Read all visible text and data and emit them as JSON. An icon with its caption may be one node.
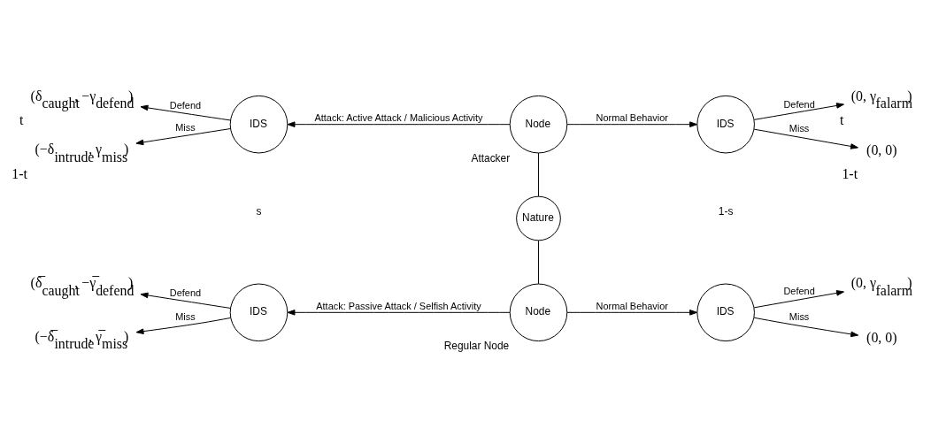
{
  "diagram": {
    "nodes": [
      {
        "text": [
          "Node"
        ],
        "beside": [
          "Attacker"
        ]
      },
      {
        "text": [
          "IDS"
        ]
      },
      {
        "text": [
          "IDS"
        ]
      },
      {
        "text": [
          "Nature"
        ]
      },
      {
        "text": [
          "Node"
        ],
        "beside": [
          "Regular Node"
        ]
      },
      {
        "text": [
          "IDS"
        ]
      },
      {
        "text": [
          "IDS"
        ]
      },
      {
        "text": [
          "(δ$_{caught}$, −γ$_{defend}$)"
        ],
        "beside": [
          "t"
        ]
      },
      {
        "text": [
          "(−δ$_{intrude}$, γ$_{miss}$)"
        ],
        "beside": [
          "1-t"
        ]
      },
      {
        "text": [
          "(0, γ$_{falarm}$)"
        ],
        "beside": [
          "t"
        ]
      },
      {
        "text": [
          "(0, 0)"
        ],
        "beside": [
          "1-t"
        ]
      },
      {
        "text": [
          "(δ̅$_{caught}$, −γ̅$_{defend}$)"
        ]
      },
      {
        "text": [
          "(−δ̅$_{intrude}$, γ̅$_{miss}$)"
        ]
      },
      {
        "text": [
          "(0, γ$_{falarm}$)"
        ]
      },
      {
        "text": [
          "(0, 0)"
        ]
      }
    ],
    "edges": [
      {
        "from": 0,
        "to": 1,
        "arrow": "to",
        "label": "Attack: Active Attack / Malicious Activity"
      },
      {
        "from": 0,
        "to": 2,
        "arrow": "to",
        "label": "Normal Behavior"
      },
      {
        "from": 0,
        "to": 3,
        "arrow": "none"
      },
      {
        "from": 3,
        "to": 4,
        "arrow": "none"
      },
      {
        "from": 4,
        "to": 5,
        "arrow": "to",
        "label": "Attack: Passive Attack / Selfish Activity"
      },
      {
        "from": 4,
        "to": 6,
        "arrow": "to",
        "label": "Normal Behavior"
      },
      {
        "from": 1,
        "to": 7,
        "arrow": "to",
        "label": "Defend"
      },
      {
        "from": 1,
        "to": 8,
        "arrow": "to",
        "label": "Miss"
      },
      {
        "from": 2,
        "to": 9,
        "arrow": "to",
        "label": "Defend"
      },
      {
        "from": 2,
        "to": 10,
        "arrow": "to",
        "label": "Miss"
      },
      {
        "from": 5,
        "to": 11,
        "arrow": "to",
        "label": "Defend"
      },
      {
        "from": 5,
        "to": 12,
        "arrow": "to",
        "label": "Miss"
      },
      {
        "from": 6,
        "to": 13,
        "arrow": "to",
        "label": "Defend"
      },
      {
        "from": 6,
        "to": 14,
        "arrow": "to",
        "label": "Miss"
      }
    ],
    "labels": [
      "s",
      "1-s"
    ]
  }
}
